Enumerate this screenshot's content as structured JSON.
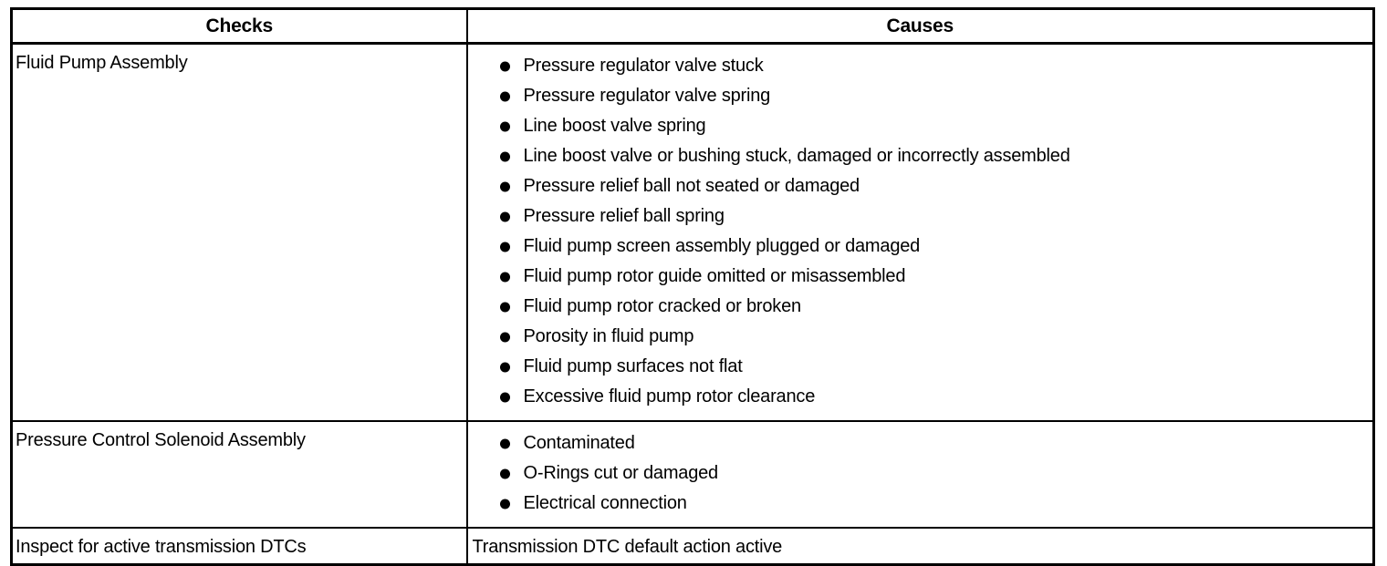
{
  "table": {
    "headers": [
      "Checks",
      "Causes"
    ],
    "rows": [
      {
        "check": "Fluid Pump Assembly",
        "bulleted": true,
        "causes": [
          "Pressure regulator valve stuck",
          "Pressure regulator valve spring",
          "Line boost valve spring",
          "Line boost valve or bushing stuck, damaged or incorrectly assembled",
          "Pressure relief ball not seated or damaged",
          "Pressure relief ball spring",
          "Fluid pump screen assembly plugged or damaged",
          "Fluid pump rotor guide omitted or misassembled",
          "Fluid pump rotor cracked or broken",
          "Porosity in fluid pump",
          "Fluid pump surfaces not flat",
          "Excessive fluid pump rotor clearance"
        ]
      },
      {
        "check": "Pressure Control Solenoid Assembly",
        "bulleted": true,
        "causes": [
          "Contaminated",
          "O-Rings cut or damaged",
          "Electrical connection"
        ]
      },
      {
        "check": "Inspect for active transmission DTCs",
        "bulleted": false,
        "causes": [
          "Transmission DTC default action active"
        ]
      }
    ],
    "colors": {
      "border": "#000000",
      "text": "#000000",
      "background": "#ffffff"
    }
  }
}
